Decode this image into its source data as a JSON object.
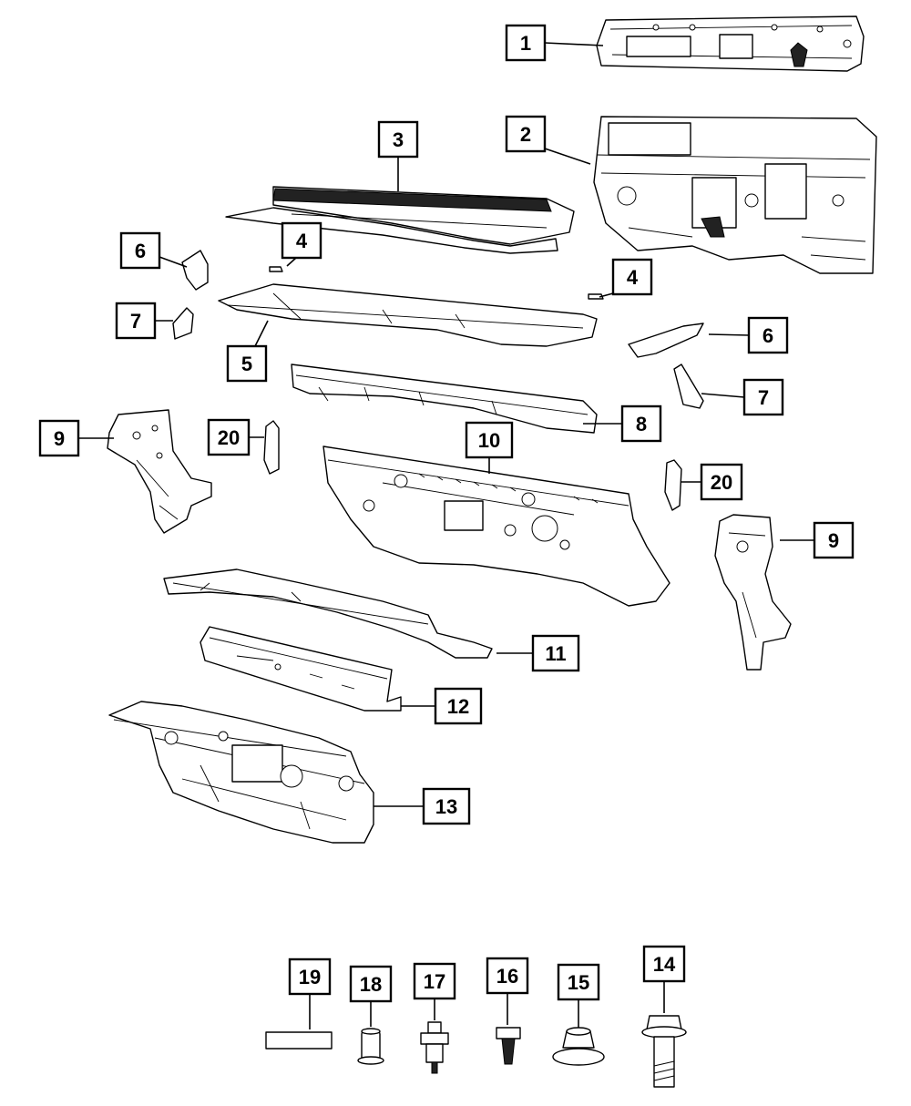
{
  "callouts": [
    {
      "id": "c1",
      "label": "1"
    },
    {
      "id": "c2",
      "label": "2"
    },
    {
      "id": "c3",
      "label": "3"
    },
    {
      "id": "c4a",
      "label": "4"
    },
    {
      "id": "c4b",
      "label": "4"
    },
    {
      "id": "c5",
      "label": "5"
    },
    {
      "id": "c6a",
      "label": "6"
    },
    {
      "id": "c6b",
      "label": "6"
    },
    {
      "id": "c7a",
      "label": "7"
    },
    {
      "id": "c7b",
      "label": "7"
    },
    {
      "id": "c8",
      "label": "8"
    },
    {
      "id": "c9a",
      "label": "9"
    },
    {
      "id": "c9b",
      "label": "9"
    },
    {
      "id": "c10",
      "label": "10"
    },
    {
      "id": "c11",
      "label": "11"
    },
    {
      "id": "c12",
      "label": "12"
    },
    {
      "id": "c13",
      "label": "13"
    },
    {
      "id": "c14",
      "label": "14"
    },
    {
      "id": "c15",
      "label": "15"
    },
    {
      "id": "c16",
      "label": "16"
    },
    {
      "id": "c17",
      "label": "17"
    },
    {
      "id": "c18",
      "label": "18"
    },
    {
      "id": "c19",
      "label": "19"
    },
    {
      "id": "c20a",
      "label": "20"
    },
    {
      "id": "c20b",
      "label": "20"
    }
  ]
}
